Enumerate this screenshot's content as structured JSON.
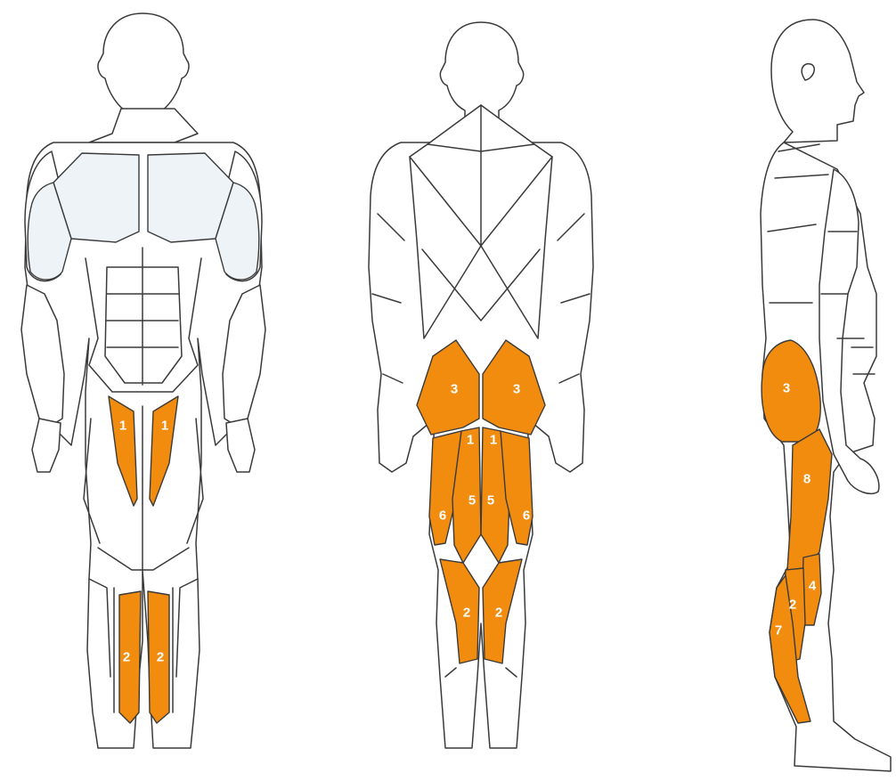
{
  "colors": {
    "highlight": "#F28C0F",
    "secondary": "#EEF3F8",
    "outline": "#3a3a3a",
    "background": "#ffffff"
  },
  "labels": {
    "front": {
      "l1a": "1",
      "l1b": "1",
      "l2a": "2",
      "l2b": "2"
    },
    "back": {
      "l3a": "3",
      "l3b": "3",
      "l1a": "1",
      "l1b": "1",
      "l5a": "5",
      "l5b": "5",
      "l6a": "6",
      "l6b": "6",
      "l2a": "2",
      "l2b": "2"
    },
    "side": {
      "l3": "3",
      "l8": "8",
      "l4": "4",
      "l2": "2",
      "l7": "7"
    }
  }
}
